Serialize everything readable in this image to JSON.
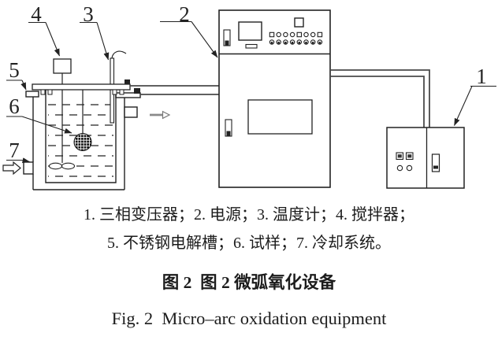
{
  "colors": {
    "ink": "#222222",
    "wire": "#4a4a4a",
    "flow_arrow": "#8a8a8a",
    "background": "#ffffff"
  },
  "diagram": {
    "callout_numbers": {
      "transformer": "1",
      "power_supply": "2",
      "thermometer": "3",
      "stirrer": "4",
      "electrolytic_cell": "5",
      "sample": "6",
      "cooling_system": "7"
    },
    "control_panel": {
      "top_row_buttons": [
        "square",
        "circle",
        "circle",
        "circle",
        "square",
        "circle",
        "circle",
        "square"
      ],
      "bottom_row_buttons": [
        "circle",
        "circle",
        "circle",
        "circle",
        "circle",
        "circle",
        "circle",
        "circle"
      ]
    }
  },
  "caption": {
    "legend_line_1": "1. 三相变压器；2. 电源；3. 温度计；4. 搅拌器；",
    "legend_line_2": "5. 不锈钢电解槽；6. 试样；7. 冷却系统。",
    "figure_title_zh": "图 2  图 2 微弧氧化设备",
    "figure_title_en": "Fig. 2  Micro–arc oxidation equipment"
  }
}
